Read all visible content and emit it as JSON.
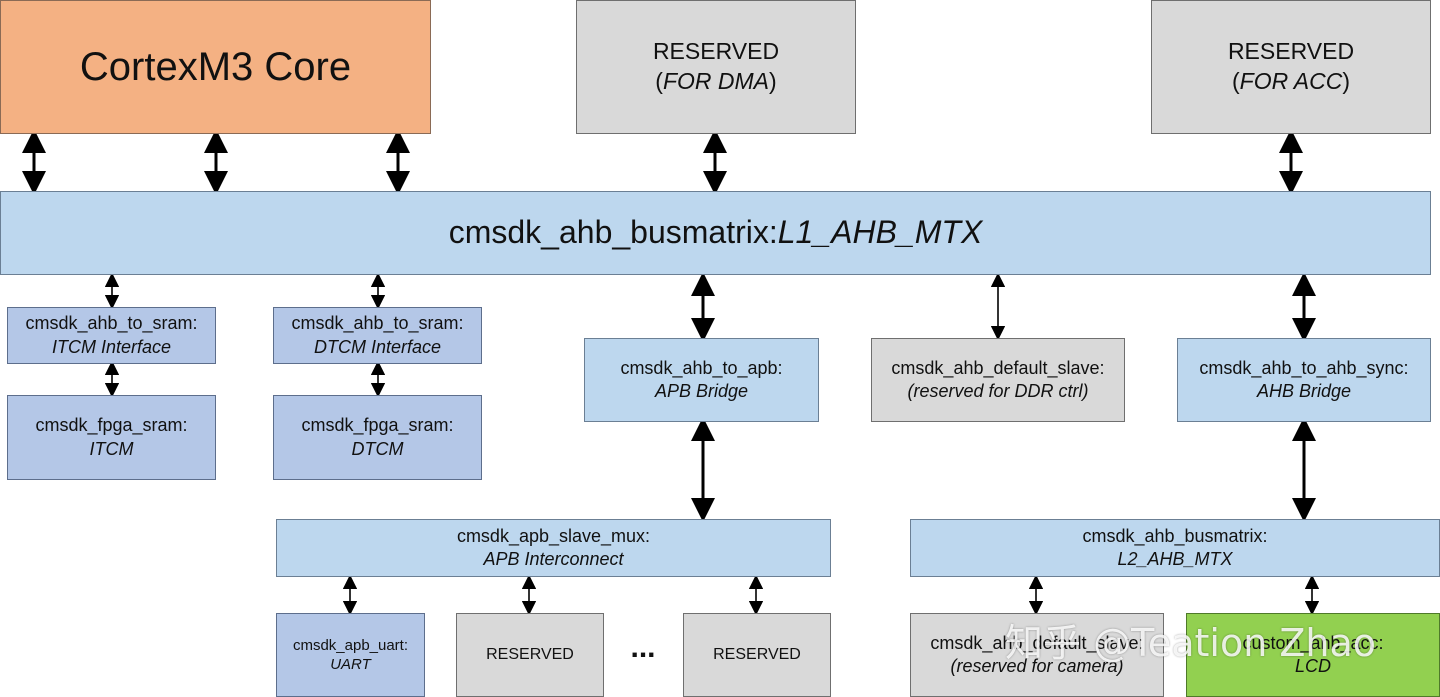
{
  "core": {
    "label": "CortexM3 Core"
  },
  "reserved_dma": {
    "line1": "RESERVED",
    "open": "(",
    "italic": "FOR DMA",
    "close": ")"
  },
  "reserved_acc": {
    "line1": "RESERVED",
    "open": "(",
    "italic": "FOR ACC",
    "close": ")"
  },
  "l1_matrix": {
    "prefix": "cmsdk_ahb_busmatrix:",
    "italic": "L1_AHB_MTX"
  },
  "itcm_if": {
    "line1": "cmsdk_ahb_to_sram:",
    "line2": "ITCM Interface"
  },
  "dtcm_if": {
    "line1": "cmsdk_ahb_to_sram:",
    "line2": "DTCM Interface"
  },
  "itcm": {
    "line1": "cmsdk_fpga_sram:",
    "line2": "ITCM"
  },
  "dtcm": {
    "line1": "cmsdk_fpga_sram:",
    "line2": "DTCM"
  },
  "apb_bridge": {
    "line1": "cmsdk_ahb_to_apb:",
    "line2": "APB Bridge"
  },
  "default_slave_ddr": {
    "line1": "cmsdk_ahb_default_slave:",
    "line2": "(reserved for DDR ctrl)"
  },
  "ahb_bridge": {
    "line1": "cmsdk_ahb_to_ahb_sync:",
    "line2": "AHB Bridge"
  },
  "apb_mux": {
    "line1": "cmsdk_apb_slave_mux:",
    "line2": "APB Interconnect"
  },
  "l2_matrix": {
    "line1": "cmsdk_ahb_busmatrix:",
    "line2": "L2_AHB_MTX"
  },
  "uart": {
    "line1": "cmsdk_apb_uart:",
    "line2": "UART"
  },
  "apb_reserved_1": {
    "label": "RESERVED"
  },
  "ellipsis": "...",
  "apb_reserved_2": {
    "label": "RESERVED"
  },
  "default_slave_cam": {
    "line1": "cmsdk_ahb_default_slave:",
    "line2": "(reserved for camera)"
  },
  "lcd": {
    "line1": "custom_ahb_acc:",
    "line2": "LCD"
  },
  "watermark": "知乎 @Teation Zhao",
  "colors": {
    "core": "#f4b183",
    "reserved": "#d9d9d9",
    "bus": "#bdd7ee",
    "sram": "#b4c7e7",
    "lcd": "#92d050",
    "arrow": "#000000"
  }
}
